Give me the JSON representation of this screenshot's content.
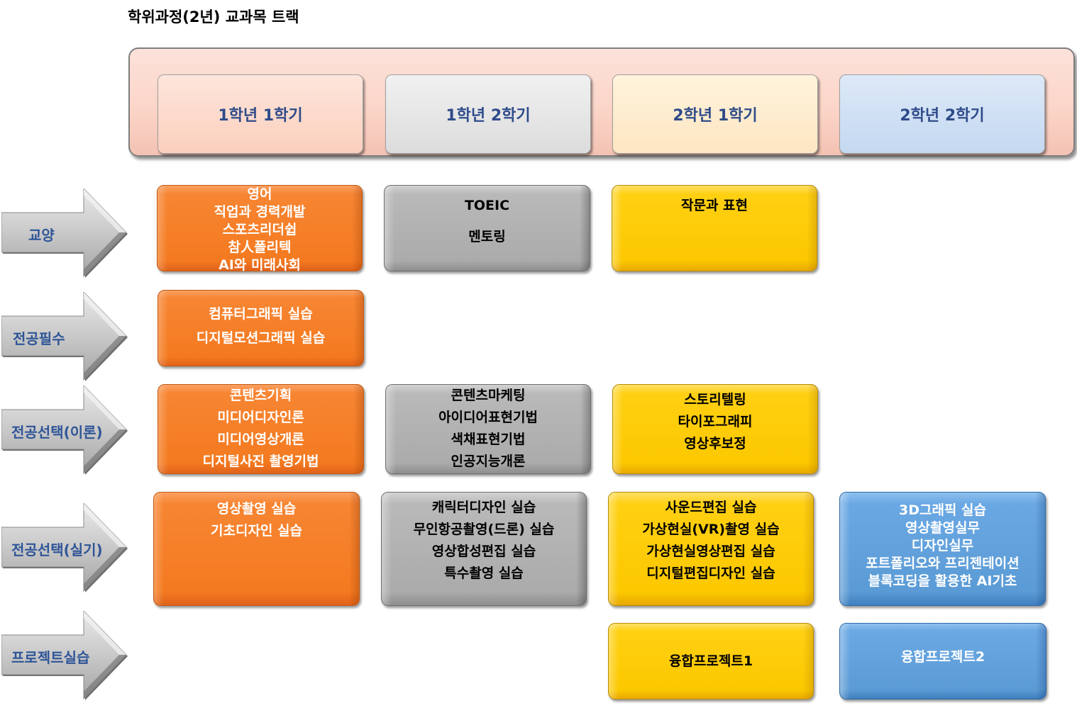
{
  "title": "학위과정(2년) 교과목 트랙",
  "semesters": [
    "1학년 1학기",
    "1학년 2학기",
    "2학년 1학기",
    "2학년 2학기"
  ],
  "tracks": [
    "교양",
    "전공필수",
    "전공선택(이론)",
    "전공선택(실기)",
    "프로젝트실습"
  ],
  "colors": {
    "sem1": "#f47a20",
    "sem2": "#ababab",
    "sem3": "#fcc800",
    "sem4": "#5b9bd5",
    "semester_label": "#2f4b8a",
    "track_label": "#2f5597"
  },
  "cells": {
    "gyoyang": {
      "sem1": [
        "영어",
        "직업과 경력개발",
        "스포츠리더쉽",
        "참人폴리텍",
        "AI와 미래사회"
      ],
      "sem2": [
        "TOEIC",
        "멘토링"
      ],
      "sem3": [
        "작문과 표현"
      ]
    },
    "major_required": {
      "sem1": [
        "컴퓨터그래픽 실습",
        "디지털모션그래픽 실습"
      ]
    },
    "elective_theory": {
      "sem1": [
        "콘텐츠기획",
        "미디어디자인론",
        "미디어영상개론",
        "디지털사진 촬영기법"
      ],
      "sem2": [
        "콘텐츠마케팅",
        "아이디어표현기법",
        "색채표현기법",
        "인공지능개론"
      ],
      "sem3": [
        "스토리텔링",
        "타이포그래피",
        "영상후보정"
      ]
    },
    "elective_practice": {
      "sem1": [
        "영상촬영 실습",
        "기초디자인 실습"
      ],
      "sem2": [
        "캐릭터디자인 실습",
        "무인항공촬영(드론) 실습",
        "영상합성편집 실습",
        "특수촬영 실습"
      ],
      "sem3": [
        "사운드편집 실습",
        "가상현실(VR)촬영 실습",
        "가상현실영상편집 실습",
        "디지털편집디자인 실습"
      ],
      "sem4": [
        "3D그래픽 실습",
        "영상촬영실무",
        "디자인실무",
        "포트폴리오와 프리젠테이션",
        "블록코딩을 활용한 AI기초"
      ]
    },
    "project": {
      "sem3": [
        "융합프로젝트1"
      ],
      "sem4": [
        "융합프로젝트2"
      ]
    }
  }
}
